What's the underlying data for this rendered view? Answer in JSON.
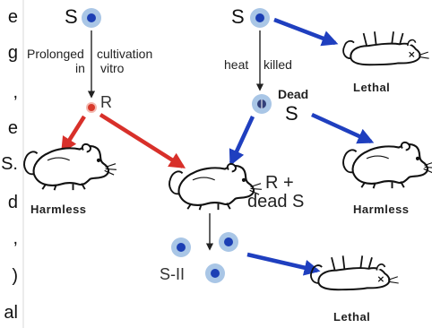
{
  "cropped_left_text": {
    "fragments": [
      "e",
      "g",
      ",",
      "e",
      "S.",
      "d",
      ",",
      ")",
      "al"
    ]
  },
  "labels": {
    "s_left": "S",
    "s_right": "S",
    "cultivation_left": "Prolonged",
    "cultivation_right": "cultivation",
    "in": "in",
    "vitro": "vitro",
    "heat": "heat",
    "killed": "killed",
    "r": "R",
    "dead": "Dead",
    "dead_s": "S",
    "harmless_left": "Harmless",
    "lethal_top": "Lethal",
    "harmless_right": "Harmless",
    "lethal_bottom": "Lethal",
    "r_plus": "R +",
    "dead_s_center": "dead S",
    "s_ii": "S-II"
  },
  "colors": {
    "blue_arrow": "#1f3fbf",
    "red_arrow": "#d8302a",
    "s_cell": "#1c3fb4",
    "s_halo": "#a9c6e6",
    "r_cell": "#d83a2c"
  }
}
